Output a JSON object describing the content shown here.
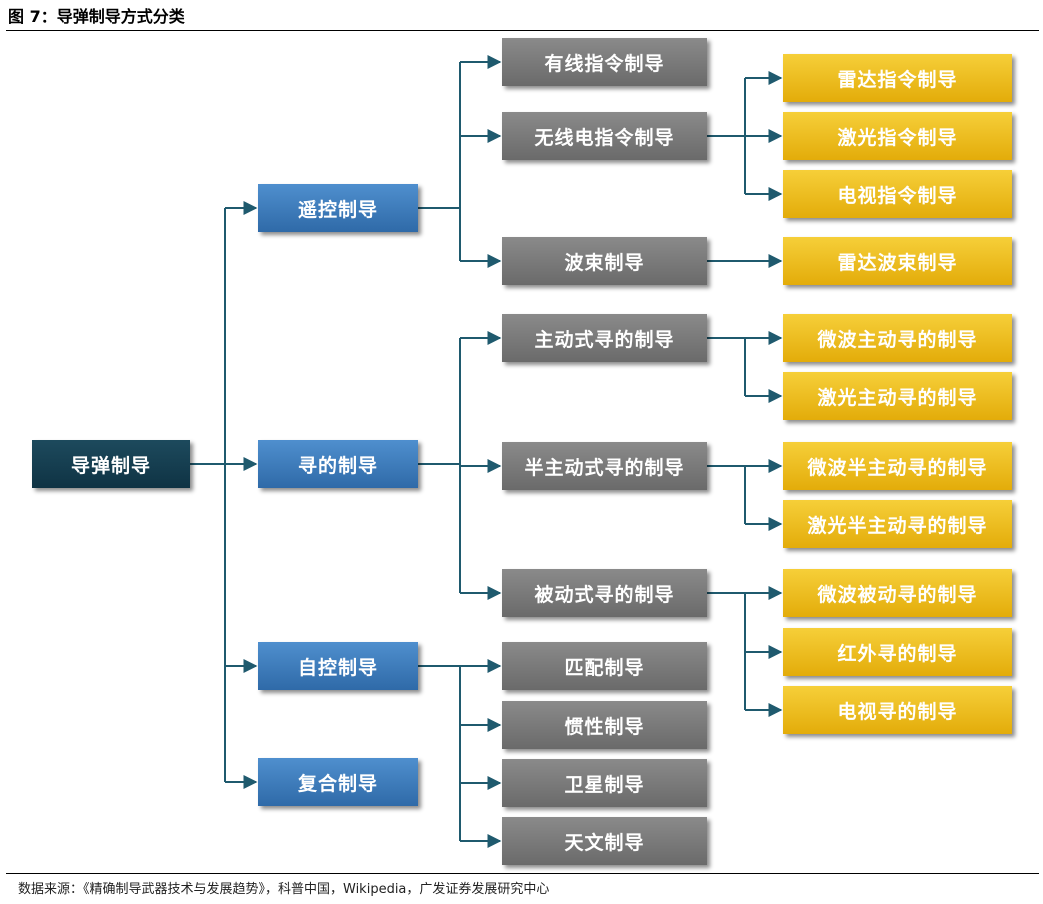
{
  "figure": {
    "title": "图 7：导弹制导方式分类",
    "source": "数据来源：《精确制导武器技术与发展趋势》，科普中国，Wikipedia，广发证券发展研究中心"
  },
  "colors": {
    "root": "#123c4f",
    "level1": "#3d7dbf",
    "level2": "#787878",
    "level3": "#f0bd1e",
    "connector": "#1f5a6e"
  },
  "tree": {
    "label": "导弹制导",
    "children": [
      {
        "label": "遥控制导",
        "children": [
          {
            "label": "有线指令制导"
          },
          {
            "label": "无线电指令制导",
            "children": [
              {
                "label": "雷达指令制导"
              },
              {
                "label": "激光指令制导"
              },
              {
                "label": "电视指令制导"
              }
            ]
          },
          {
            "label": "波束制导",
            "children": [
              {
                "label": "雷达波束制导"
              }
            ]
          }
        ]
      },
      {
        "label": "寻的制导",
        "children": [
          {
            "label": "主动式寻的制导",
            "children": [
              {
                "label": "微波主动寻的制导"
              },
              {
                "label": "激光主动寻的制导"
              }
            ]
          },
          {
            "label": "半主动式寻的制导",
            "children": [
              {
                "label": "微波半主动寻的制导"
              },
              {
                "label": "激光半主动寻的制导"
              }
            ]
          },
          {
            "label": "被动式寻的制导",
            "children": [
              {
                "label": "微波被动寻的制导"
              },
              {
                "label": "红外寻的制导"
              },
              {
                "label": "电视寻的制导"
              }
            ]
          }
        ]
      },
      {
        "label": "自控制导",
        "children": [
          {
            "label": "匹配制导"
          },
          {
            "label": "惯性制导"
          },
          {
            "label": "卫星制导"
          },
          {
            "label": "天文制导"
          }
        ]
      },
      {
        "label": "复合制导"
      }
    ]
  }
}
